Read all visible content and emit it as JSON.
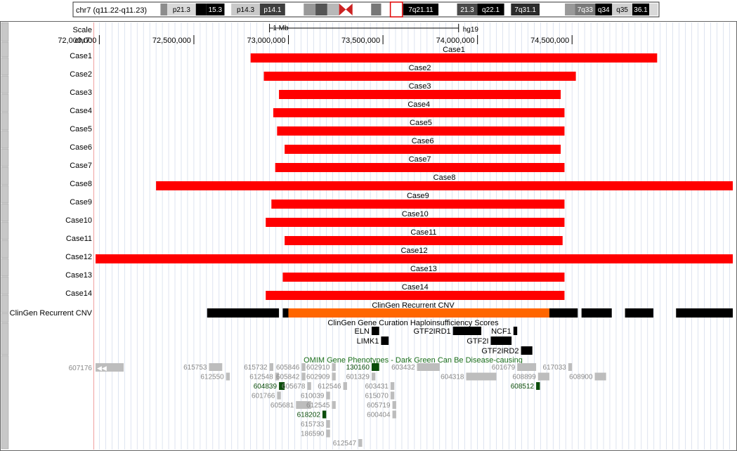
{
  "ideogram": {
    "chrom_label": "chr7 (q11.22-q11.23)",
    "bands": [
      {
        "label": "",
        "shade": "#ffffff"
      },
      {
        "label": "",
        "shade": "#8c8c8c"
      },
      {
        "label": "p21.3",
        "shade": "#d9d9d9"
      },
      {
        "label": "",
        "shade": "#000000"
      },
      {
        "label": "15.3",
        "shade": "#000000",
        "light_text": true
      },
      {
        "label": "",
        "shade": "#ffffff"
      },
      {
        "label": "p14.3",
        "shade": "#c9c9c9"
      },
      {
        "label": "p14.1",
        "shade": "#3d3d3d",
        "light_text": true
      },
      {
        "label": "",
        "shade": "#ffffff"
      },
      {
        "label": "",
        "shade": "#999999"
      },
      {
        "label": "",
        "shade": "#555555"
      },
      {
        "label": "",
        "shade": "#b8b8b8"
      },
      {
        "label": "",
        "shade": "#cc2222",
        "centromere": true
      },
      {
        "label": "",
        "shade": "#ffffff"
      },
      {
        "label": "",
        "shade": "#777777"
      },
      {
        "label": "",
        "shade": "#ffffff"
      },
      {
        "label": "",
        "shade": "#ffffff",
        "highlight": true
      },
      {
        "label": "7q21.11",
        "shade": "#000000",
        "light_text": true
      },
      {
        "label": "",
        "shade": "#ffffff"
      },
      {
        "label": "21.3",
        "shade": "#4a4a4a",
        "light_text": true
      },
      {
        "label": "q22.1",
        "shade": "#000000",
        "light_text": true
      },
      {
        "label": "",
        "shade": "#ffffff"
      },
      {
        "label": "7q31.1",
        "shade": "#2b2b2b",
        "light_text": true
      },
      {
        "label": "",
        "shade": "#ffffff"
      },
      {
        "label": "",
        "shade": "#999999"
      },
      {
        "label": "7q33",
        "shade": "#7a7a7a",
        "light_text": true
      },
      {
        "label": "q34",
        "shade": "#000000",
        "light_text": true
      },
      {
        "label": "q35",
        "shade": "#d0d0d0"
      },
      {
        "label": "36.1",
        "shade": "#000000",
        "light_text": true
      },
      {
        "label": "",
        "shade": "#d9d9d9"
      }
    ]
  },
  "scale": {
    "label": "Scale",
    "bar_label": "1 Mb",
    "assembly": "hg19",
    "bar_start_mb": 72.9,
    "bar_end_mb": 73.9
  },
  "coordinates": {
    "label": "chr7:",
    "view_start_mb": 71.98,
    "view_end_mb": 75.35,
    "ticks": [
      {
        "mb": 72.0,
        "label": "72,000,000"
      },
      {
        "mb": 72.5,
        "label": "72,500,000"
      },
      {
        "mb": 73.0,
        "label": "73,000,000"
      },
      {
        "mb": 73.5,
        "label": "73,500,000"
      },
      {
        "mb": 74.0,
        "label": "74,000,000"
      },
      {
        "mb": 74.5,
        "label": "74,500,000"
      }
    ]
  },
  "cases": [
    {
      "name": "Case1",
      "start_mb": 72.8,
      "end_mb": 74.95
    },
    {
      "name": "Case2",
      "start_mb": 72.87,
      "end_mb": 74.52
    },
    {
      "name": "Case3",
      "start_mb": 72.95,
      "end_mb": 74.44
    },
    {
      "name": "Case4",
      "start_mb": 72.92,
      "end_mb": 74.46
    },
    {
      "name": "Case5",
      "start_mb": 72.94,
      "end_mb": 74.46
    },
    {
      "name": "Case6",
      "start_mb": 72.98,
      "end_mb": 74.44
    },
    {
      "name": "Case7",
      "start_mb": 72.93,
      "end_mb": 74.46
    },
    {
      "name": "Case8",
      "start_mb": 72.3,
      "end_mb": 75.35
    },
    {
      "name": "Case9",
      "start_mb": 72.91,
      "end_mb": 74.46
    },
    {
      "name": "Case10",
      "start_mb": 72.88,
      "end_mb": 74.46
    },
    {
      "name": "Case11",
      "start_mb": 72.98,
      "end_mb": 74.45
    },
    {
      "name": "Case12",
      "start_mb": 71.98,
      "end_mb": 75.35
    },
    {
      "name": "Case13",
      "start_mb": 72.97,
      "end_mb": 74.46
    },
    {
      "name": "Case14",
      "start_mb": 72.88,
      "end_mb": 74.46
    }
  ],
  "clingen_cnv": {
    "label": "ClinGen Recurrent CNV",
    "center_label": "ClinGen Recurrent CNV",
    "orange": "#ff6600",
    "segments": [
      {
        "start_mb": 72.57,
        "end_mb": 72.95,
        "color": "black"
      },
      {
        "start_mb": 72.97,
        "end_mb": 73.0,
        "color": "black"
      },
      {
        "start_mb": 73.0,
        "end_mb": 74.38,
        "color": "orange"
      },
      {
        "start_mb": 74.38,
        "end_mb": 74.53,
        "color": "black"
      },
      {
        "start_mb": 74.55,
        "end_mb": 74.71,
        "color": "black"
      },
      {
        "start_mb": 74.78,
        "end_mb": 74.93,
        "color": "black"
      },
      {
        "start_mb": 75.05,
        "end_mb": 75.35,
        "color": "black"
      }
    ]
  },
  "haplo": {
    "title": "ClinGen Gene Curation Haploinsufficiency Scores",
    "genes": [
      {
        "name": "ELN",
        "start_mb": 73.44,
        "end_mb": 73.48,
        "row": 0,
        "label_side": "left"
      },
      {
        "name": "GTF2IRD1",
        "start_mb": 73.87,
        "end_mb": 74.02,
        "row": 0,
        "label_side": "left"
      },
      {
        "name": "NCF1",
        "start_mb": 74.19,
        "end_mb": 74.21,
        "row": 0,
        "label_side": "left"
      },
      {
        "name": "LIMK1",
        "start_mb": 73.49,
        "end_mb": 73.53,
        "row": 1,
        "label_side": "left"
      },
      {
        "name": "GTF2I",
        "start_mb": 74.07,
        "end_mb": 74.18,
        "row": 1,
        "label_side": "left"
      },
      {
        "name": "GTF2IRD2",
        "start_mb": 74.23,
        "end_mb": 74.29,
        "row": 2,
        "label_side": "left"
      }
    ]
  },
  "omim": {
    "title": "OMIM Gene Phenotypes - Dark Green Can Be Disease-causing",
    "edge_label": "607176",
    "edge_glyph": "◀◀",
    "items": [
      {
        "id": "615753",
        "start_mb": 72.58,
        "end_mb": 72.65,
        "row": 0,
        "dark": false
      },
      {
        "id": "615732",
        "start_mb": 72.9,
        "end_mb": 72.92,
        "row": 0,
        "dark": false
      },
      {
        "id": "605846",
        "start_mb": 73.07,
        "end_mb": 73.09,
        "row": 0,
        "dark": false
      },
      {
        "id": "602910",
        "start_mb": 73.23,
        "end_mb": 73.25,
        "row": 0,
        "dark": false
      },
      {
        "id": "130160",
        "start_mb": 73.44,
        "end_mb": 73.48,
        "row": 0,
        "dark": true
      },
      {
        "id": "603432",
        "start_mb": 73.68,
        "end_mb": 73.8,
        "row": 0,
        "dark": false
      },
      {
        "id": "601679",
        "start_mb": 74.21,
        "end_mb": 74.31,
        "row": 0,
        "dark": false
      },
      {
        "id": "617033",
        "start_mb": 74.48,
        "end_mb": 74.5,
        "row": 0,
        "dark": false
      },
      {
        "id": "612550",
        "start_mb": 72.67,
        "end_mb": 72.69,
        "row": 1,
        "dark": false
      },
      {
        "id": "612548",
        "start_mb": 72.93,
        "end_mb": 72.95,
        "row": 1,
        "dark": false
      },
      {
        "id": "605842",
        "start_mb": 73.07,
        "end_mb": 73.09,
        "row": 1,
        "dark": false
      },
      {
        "id": "602909",
        "start_mb": 73.23,
        "end_mb": 73.25,
        "row": 1,
        "dark": false
      },
      {
        "id": "601329",
        "start_mb": 73.44,
        "end_mb": 73.46,
        "row": 1,
        "dark": false
      },
      {
        "id": "604318",
        "start_mb": 73.94,
        "end_mb": 74.1,
        "row": 1,
        "dark": false
      },
      {
        "id": "608899",
        "start_mb": 74.32,
        "end_mb": 74.38,
        "row": 1,
        "dark": false
      },
      {
        "id": "608900",
        "start_mb": 74.62,
        "end_mb": 74.68,
        "row": 1,
        "dark": false
      },
      {
        "id": "604839",
        "start_mb": 72.95,
        "end_mb": 72.98,
        "row": 2,
        "dark": true
      },
      {
        "id": "605678",
        "start_mb": 73.1,
        "end_mb": 73.12,
        "row": 2,
        "dark": false
      },
      {
        "id": "612546",
        "start_mb": 73.29,
        "end_mb": 73.31,
        "row": 2,
        "dark": false
      },
      {
        "id": "603431",
        "start_mb": 73.54,
        "end_mb": 73.56,
        "row": 2,
        "dark": false
      },
      {
        "id": "608512",
        "start_mb": 74.31,
        "end_mb": 74.33,
        "row": 2,
        "dark": true
      },
      {
        "id": "601766",
        "start_mb": 72.94,
        "end_mb": 72.96,
        "row": 3,
        "dark": false
      },
      {
        "id": "610039",
        "start_mb": 73.2,
        "end_mb": 73.22,
        "row": 3,
        "dark": false
      },
      {
        "id": "615070",
        "start_mb": 73.54,
        "end_mb": 73.56,
        "row": 3,
        "dark": false
      },
      {
        "id": "605681",
        "start_mb": 73.04,
        "end_mb": 73.12,
        "row": 4,
        "dark": false
      },
      {
        "id": "612545",
        "start_mb": 73.23,
        "end_mb": 73.25,
        "row": 4,
        "dark": false
      },
      {
        "id": "605719",
        "start_mb": 73.55,
        "end_mb": 73.57,
        "row": 4,
        "dark": false
      },
      {
        "id": "618202",
        "start_mb": 73.18,
        "end_mb": 73.2,
        "row": 5,
        "dark": true
      },
      {
        "id": "600404",
        "start_mb": 73.55,
        "end_mb": 73.57,
        "row": 5,
        "dark": false
      },
      {
        "id": "615733",
        "start_mb": 73.2,
        "end_mb": 73.22,
        "row": 6,
        "dark": false
      },
      {
        "id": "186590",
        "start_mb": 73.2,
        "end_mb": 73.22,
        "row": 7,
        "dark": false
      },
      {
        "id": "612547",
        "start_mb": 73.37,
        "end_mb": 73.39,
        "row": 8,
        "dark": false
      }
    ]
  },
  "colors": {
    "case_red": "#ff0000",
    "omim_light": "#bdbdbd",
    "omim_dark": "#0b4d0b",
    "omim_title": "#1a6e1a",
    "grid_line": "#c8d2e6",
    "left_rule": "#f0a0a0"
  }
}
